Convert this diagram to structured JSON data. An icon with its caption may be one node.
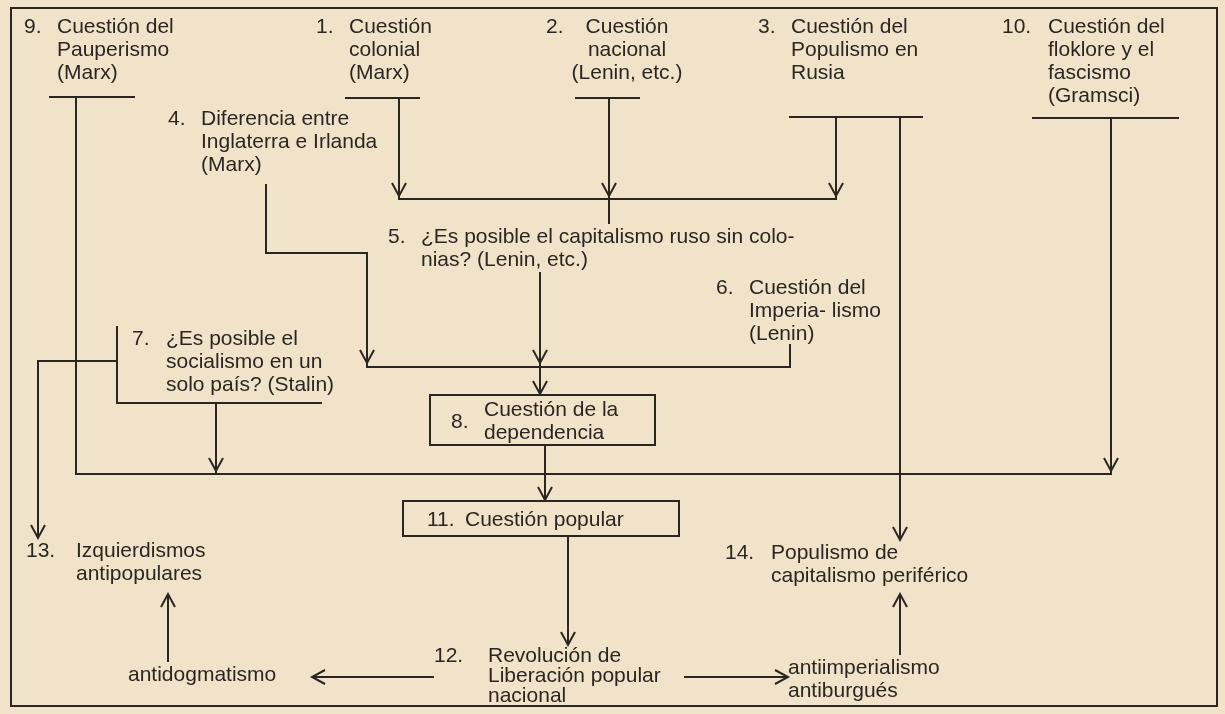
{
  "diagram": {
    "nodes": [
      {
        "text": [
          "9.",
          "Cuestión del Pauperismo (Marx)"
        ]
      },
      {
        "text": [
          "1.",
          "Cuestión colonial (Marx)"
        ]
      },
      {
        "text": [
          "2.",
          "Cuestión nacional (Lenin, etc.)"
        ]
      },
      {
        "text": [
          "3.",
          "Cuestión del Populismo en Rusia"
        ]
      },
      {
        "text": [
          "10.",
          "Cuestión del floklore y el fascismo (Gramsci)"
        ]
      },
      {
        "text": [
          "4.",
          "Diferencia entre Inglaterra e Irlanda (Marx)"
        ]
      },
      {
        "text": [
          "5.",
          "¿Es posible el capitalismo ruso sin colo- nias? (Lenin, etc.)"
        ]
      },
      {
        "text": [
          "6.",
          "Cuestión del Imperia- lismo (Lenin)"
        ]
      },
      {
        "text": [
          "7.",
          "¿Es posible el socialismo en un solo país? (Stalin)"
        ]
      },
      {
        "text": [
          "8.",
          "Cuestión de la dependencia"
        ]
      },
      {
        "text": [
          "11.",
          "Cuestión popular"
        ]
      },
      {
        "text": [
          "13.",
          "Izquierdismos antipopulares"
        ]
      },
      {
        "text": [
          "14.",
          "Populismo de capitalismo periférico"
        ]
      },
      {
        "text": [
          "12.",
          "Revolución de Liberación popular nacional"
        ]
      },
      {
        "text": [
          "antidogmatismo"
        ]
      },
      {
        "text": [
          "antiimperialismo antiburgués"
        ]
      }
    ],
    "edges": [
      {
        "from": 1,
        "to": 6,
        "arrow": "to"
      },
      {
        "from": 2,
        "to": 6,
        "arrow": "to"
      },
      {
        "from": 3,
        "to": 6,
        "arrow": "to"
      },
      {
        "from": 5,
        "to": 9,
        "arrow": "to"
      },
      {
        "from": 6,
        "to": 9,
        "arrow": "to"
      },
      {
        "from": 7,
        "to": 9,
        "arrow": "to"
      },
      {
        "from": 8,
        "to": 11,
        "arrow": "to"
      },
      {
        "from": 0,
        "to": 10,
        "arrow": "none"
      },
      {
        "from": 8,
        "to": 10,
        "arrow": "to"
      },
      {
        "from": 9,
        "to": 10,
        "arrow": "to"
      },
      {
        "from": 4,
        "to": 10,
        "arrow": "to"
      },
      {
        "from": 3,
        "to": 12,
        "arrow": "to"
      },
      {
        "from": 10,
        "to": 13,
        "arrow": "to"
      },
      {
        "from": 13,
        "to": 14,
        "arrow": "to"
      },
      {
        "from": 13,
        "to": 15,
        "arrow": "to"
      },
      {
        "from": 14,
        "to": 11,
        "arrow": "to"
      },
      {
        "from": 15,
        "to": 12,
        "arrow": "to"
      }
    ]
  }
}
